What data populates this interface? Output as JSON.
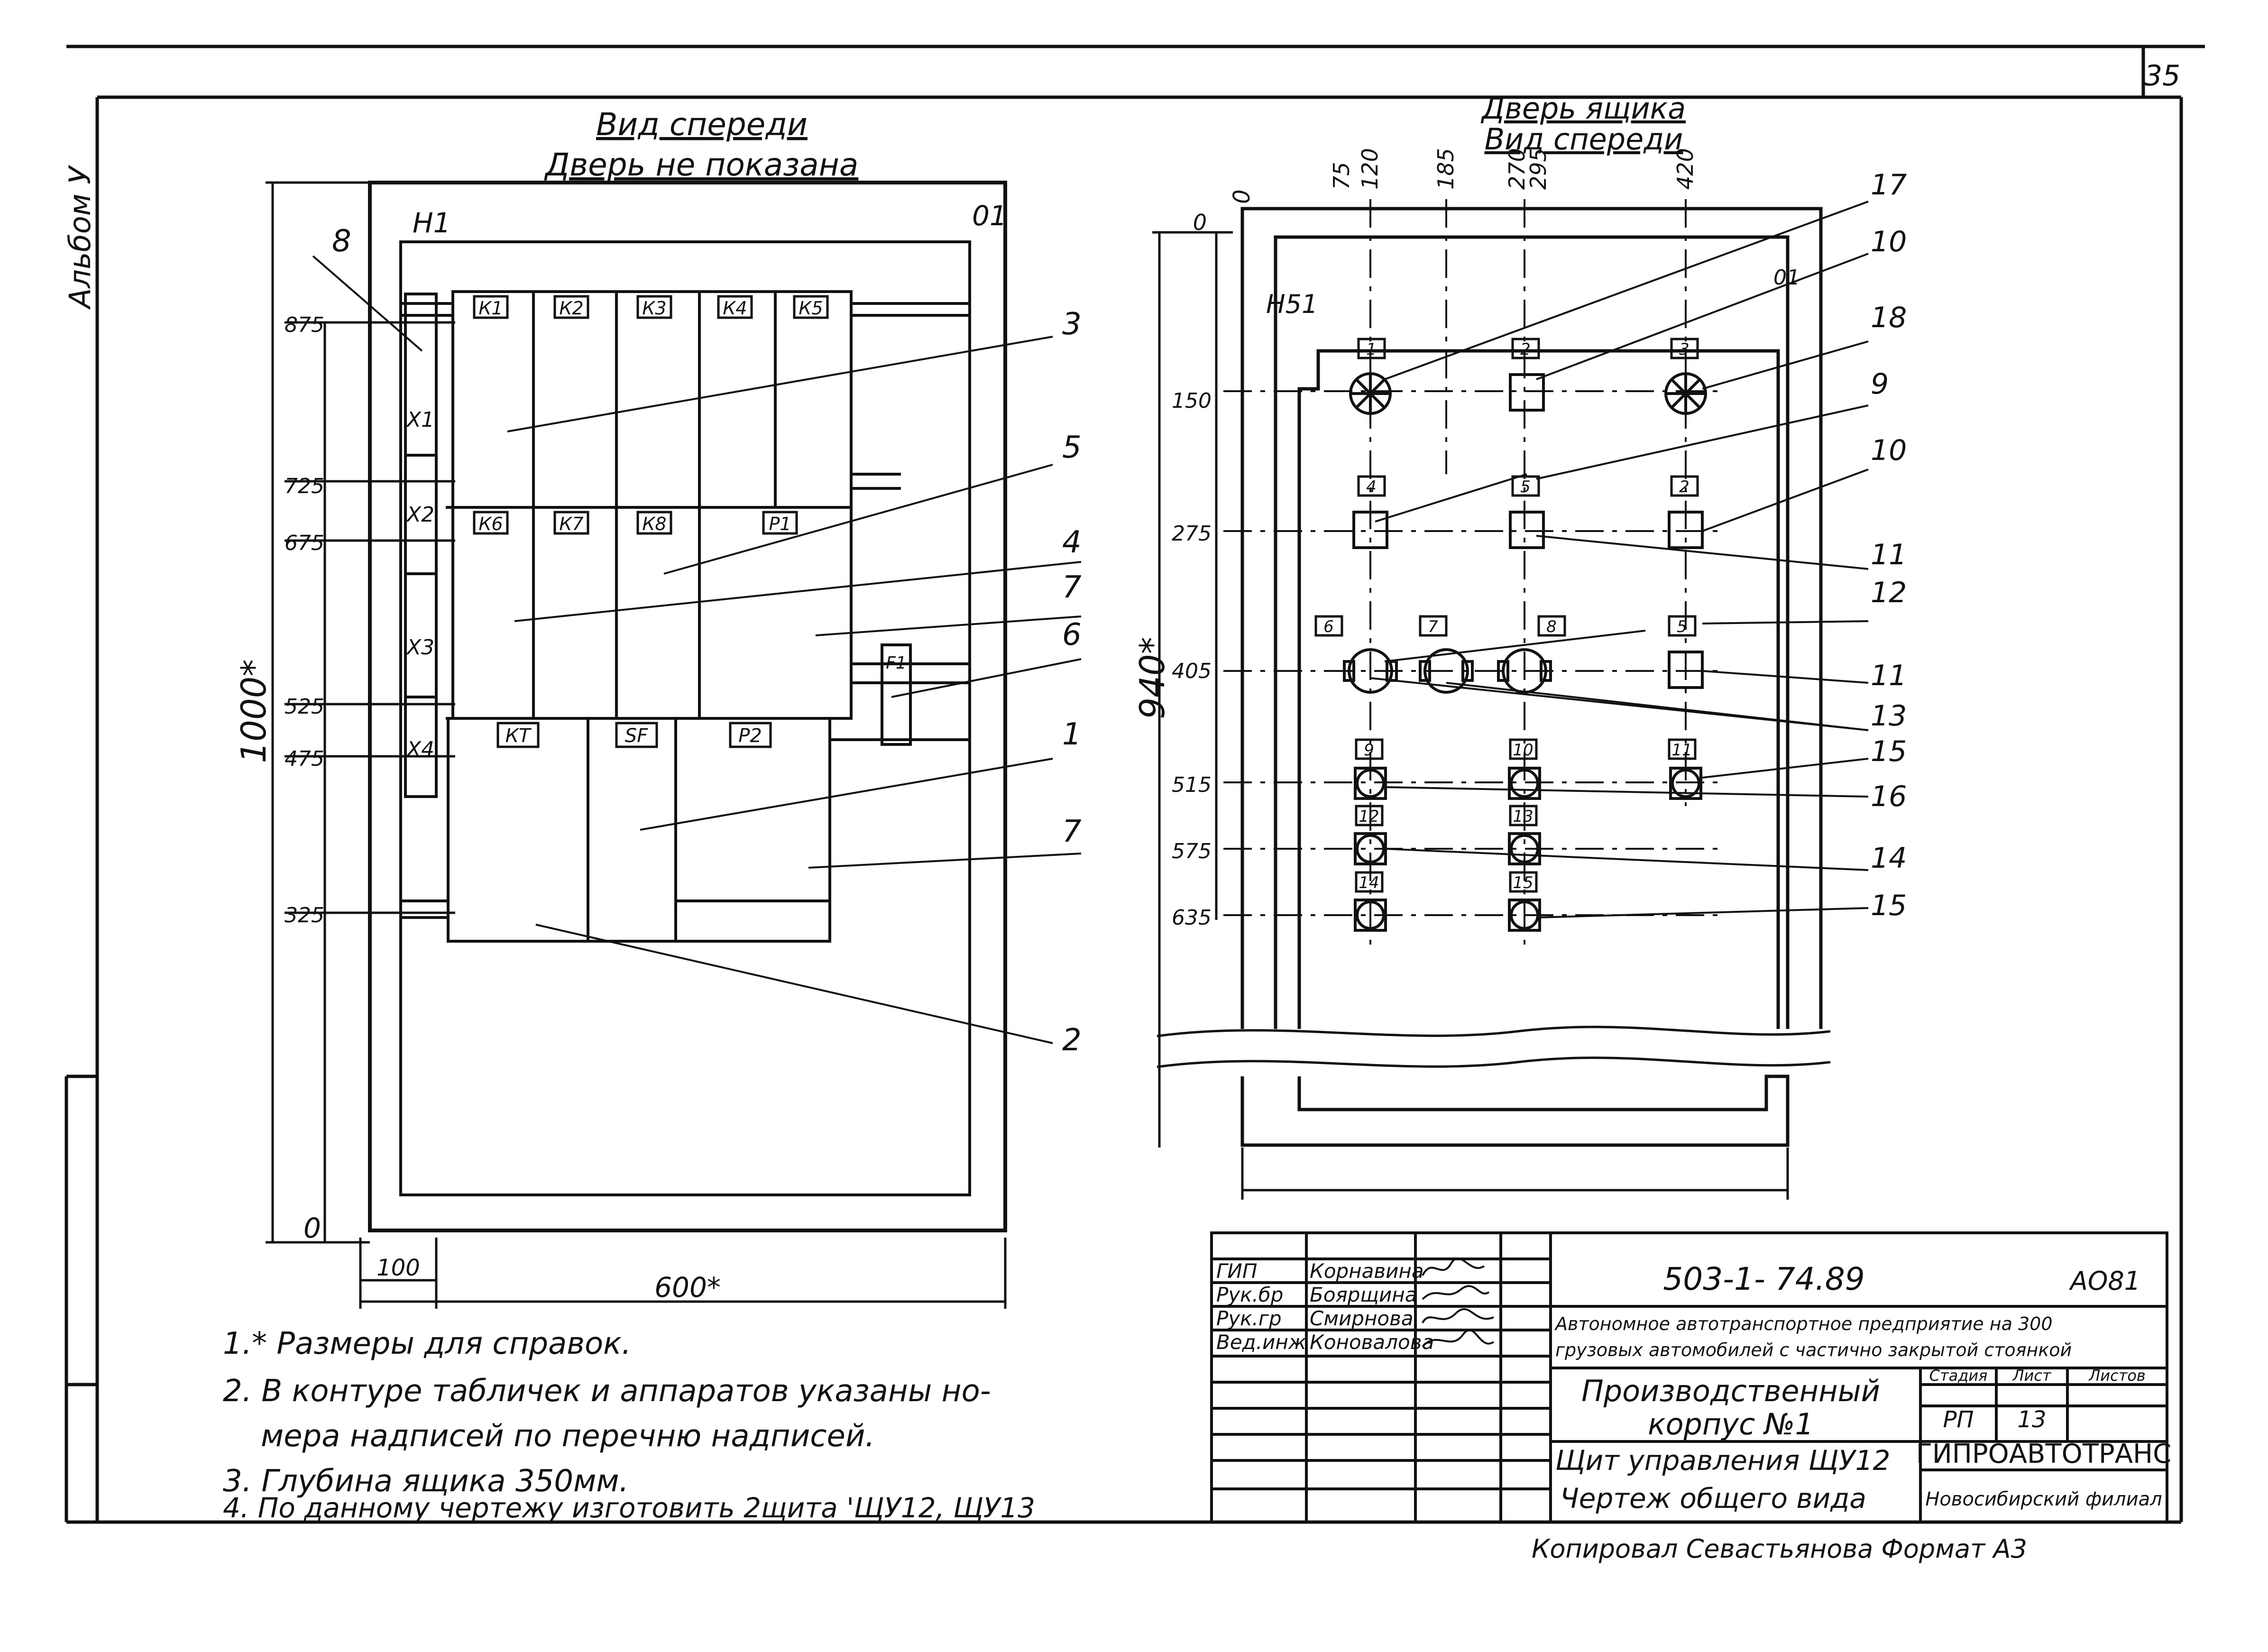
{
  "page": {
    "sheet_no": "35",
    "album": "Альбом У"
  },
  "front_view": {
    "title_line1": "Вид спереди",
    "title_line2": "Дверь не показана",
    "marker_h": "Н1",
    "marker_corner": "01",
    "dim_overall_height": "1000*",
    "dim_overall_width": "600*",
    "dim_offset": "100",
    "zero_label": "0",
    "level_marks": [
      "875",
      "725",
      "675",
      "525",
      "475",
      "325"
    ],
    "relay_labels": [
      "К1",
      "К2",
      "К3",
      "К4",
      "К5"
    ],
    "row2_labels": [
      "К6",
      "К7",
      "К8",
      "Р1"
    ],
    "row3_labels": [
      "КТ",
      "SF",
      "Р2"
    ],
    "terminal_labels": [
      "Х1",
      "Х2",
      "Х3",
      "Х4"
    ],
    "fuse_label": "F1",
    "callouts": [
      "8",
      "3",
      "5",
      "4",
      "7",
      "6",
      "1",
      "7",
      "2"
    ]
  },
  "door_view": {
    "title_line1": "Дверь ящика",
    "title_line2": "Вид спереди",
    "marker_h": "Н51",
    "marker_corner": "01",
    "dim_height": "940*",
    "top_dims": [
      "0",
      "75",
      "120",
      "185",
      "270",
      "295",
      "420"
    ],
    "left_dims": [
      "0",
      "150",
      "275",
      "405",
      "515",
      "575",
      "635"
    ],
    "plate_numbers": [
      "1",
      "2",
      "3",
      "4",
      "5",
      "2",
      "6",
      "7",
      "8",
      "5",
      "9",
      "10",
      "11",
      "12",
      "13",
      "14",
      "15"
    ],
    "callouts": [
      "17",
      "10",
      "18",
      "9",
      "10",
      "11",
      "12",
      "11",
      "13",
      "15",
      "16",
      "14",
      "15"
    ]
  },
  "notes": [
    "1.* Размеры для справок.",
    "2. В контуре табличек и аппаратов указаны но-",
    "мера надписей по перечню надписей.",
    "3. Глубина ящика 350мм.",
    "4. По данному чертежу изготовить 2щита 'ЩУ12, ЩУ13"
  ],
  "title_block": {
    "roles": [
      "ГИП",
      "Рук.бр",
      "Рук.гр",
      "Вед.инж"
    ],
    "names": [
      "Корнавина",
      "Боярщина",
      "Смирнова",
      "Коновалова"
    ],
    "doc_code": "503-1- 74.89",
    "sheet_code": "АО81",
    "project_line1": "Автономное автотранспортное предприятие на 300",
    "project_line2": "грузовых автомобилей с частично закрытой стоянкой",
    "object_line1": "Производственный",
    "object_line2": "корпус №1",
    "stage_header": "Стадия",
    "sheet_header": "Лист",
    "sheets_header": "Листов",
    "stage_value": "РП",
    "sheet_value": "13",
    "drawing_line1": "Щит управления ЩУ12",
    "drawing_line2": "Чертеж общего вида",
    "org_name": "ГИПРОАВТОТРАНС",
    "org_branch": "Новосибирский филиал",
    "footer": "Копировал Севастьянова   Формат А3"
  }
}
